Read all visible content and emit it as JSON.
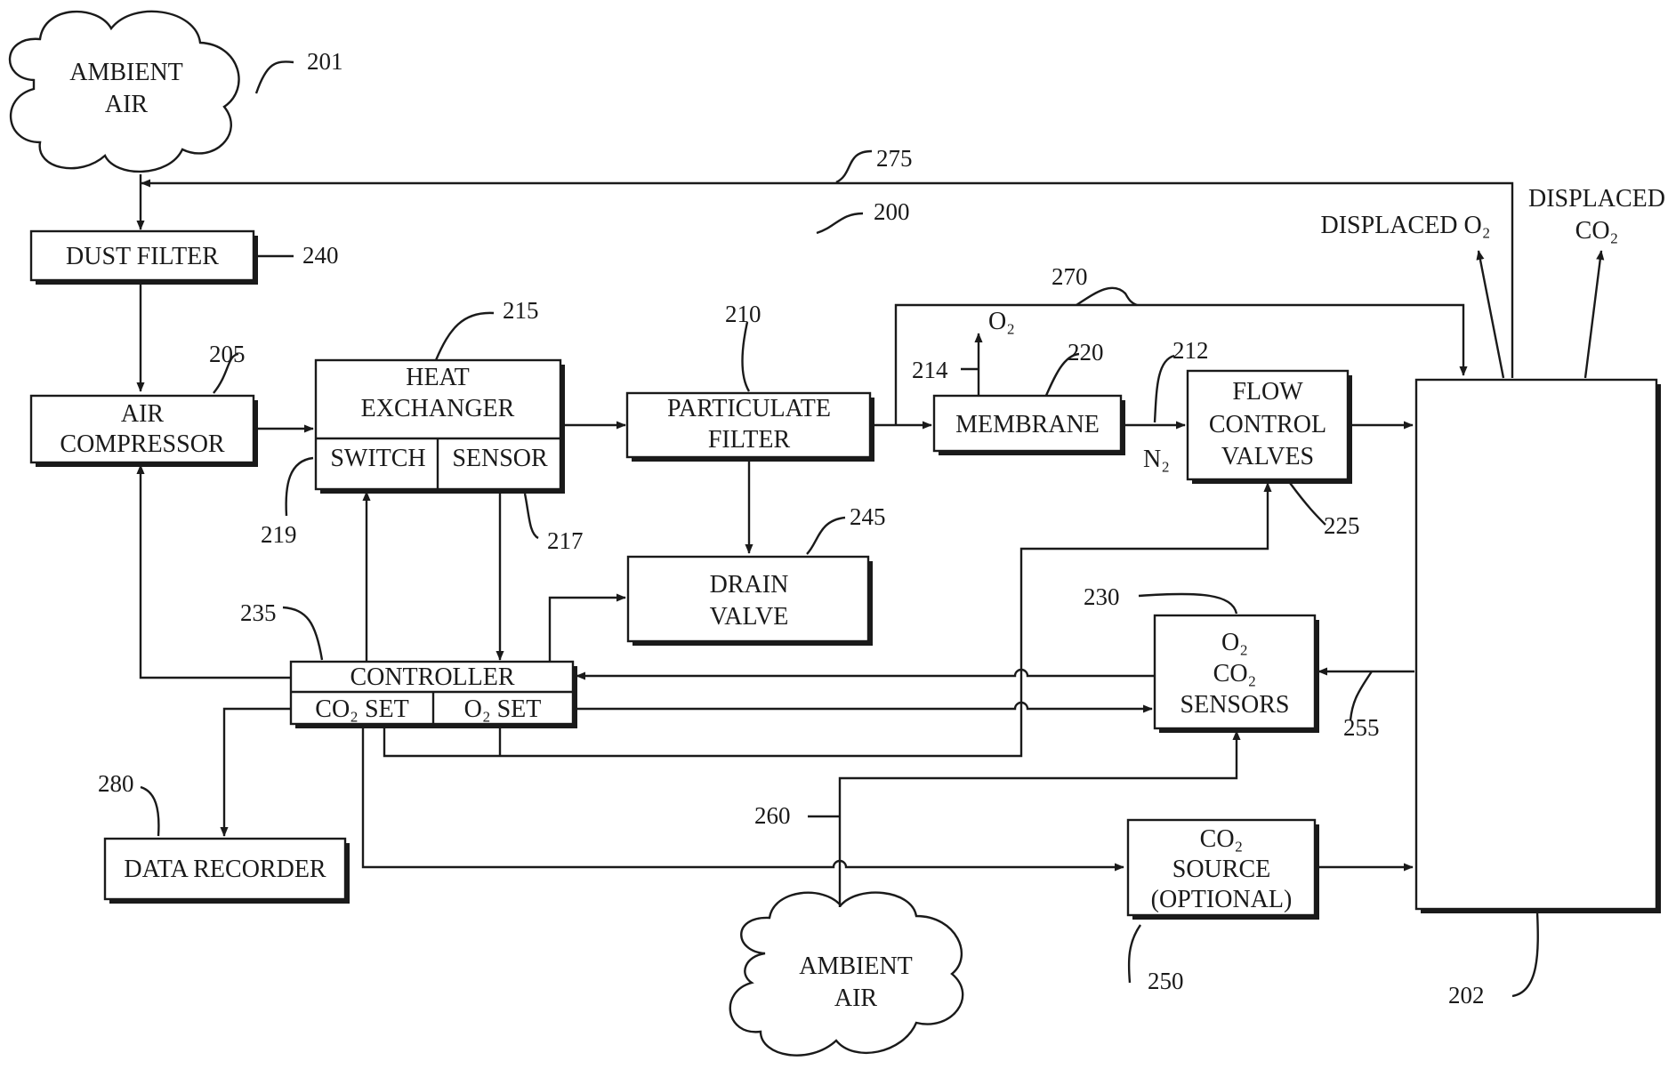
{
  "diagram": {
    "clouds": {
      "top": {
        "line1": "AMBIENT",
        "line2": "AIR"
      },
      "bottom": {
        "line1": "AMBIENT",
        "line2": "AIR"
      }
    },
    "boxes": {
      "dust_filter": "DUST FILTER",
      "air_compressor": {
        "line1": "AIR",
        "line2": "COMPRESSOR"
      },
      "heat_exchanger": {
        "line1": "HEAT",
        "line2": "EXCHANGER",
        "switch": "SWITCH",
        "sensor": "SENSOR"
      },
      "particulate_filter": {
        "line1": "PARTICULATE",
        "line2": "FILTER"
      },
      "membrane": "MEMBRANE",
      "flow_control_valves": {
        "line1": "FLOW",
        "line2": "CONTROL",
        "line3": "VALVES"
      },
      "drain_valve": {
        "line1": "DRAIN",
        "line2": "VALVE"
      },
      "controller": {
        "title": "CONTROLLER",
        "co2_set": "CO₂ SET",
        "o2_set": "O₂ SET"
      },
      "sensors": {
        "line1": "O₂",
        "line2": "CO₂",
        "line3": "SENSORS"
      },
      "data_recorder": "DATA RECORDER",
      "co2_source": {
        "line1": "CO₂",
        "line2": "SOURCE",
        "line3": "(OPTIONAL)"
      }
    },
    "flow_labels": {
      "o2_out": "O₂",
      "n2": "N₂",
      "displaced_o2": "DISPLACED O₂",
      "displaced_co2_line1": "DISPLACED",
      "displaced_co2_line2": "CO₂"
    },
    "refs": {
      "r201": "201",
      "r275": "275",
      "r200": "200",
      "r240": "240",
      "r205": "205",
      "r215": "215",
      "r210": "210",
      "r270": "270",
      "r214": "214",
      "r220": "220",
      "r212": "212",
      "r219": "219",
      "r217": "217",
      "r245": "245",
      "r225": "225",
      "r235": "235",
      "r230": "230",
      "r255": "255",
      "r280": "280",
      "r260": "260",
      "r250": "250",
      "r202": "202"
    }
  }
}
